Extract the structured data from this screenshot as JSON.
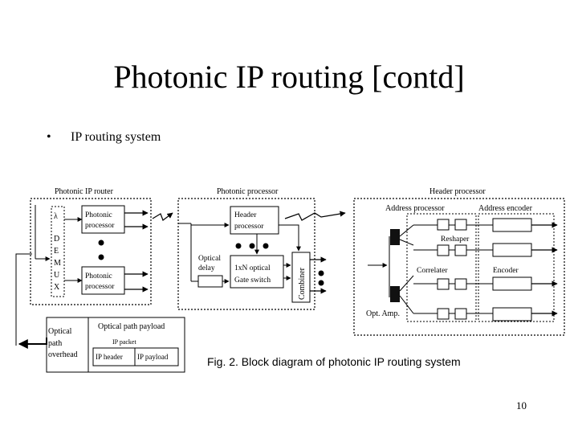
{
  "slide": {
    "title": "Photonic IP routing [contd]",
    "bullet_symbol": "•",
    "bullet_text": "IP routing system",
    "page_number": "10"
  },
  "figure": {
    "router": {
      "title": "Photonic IP router",
      "demux_letters": [
        "λ",
        "D",
        "E",
        "M",
        "U",
        "X"
      ],
      "proc_top": [
        "Photonic",
        "processor"
      ],
      "proc_bottom": [
        "Photonic",
        "processor"
      ]
    },
    "processor": {
      "title": "Photonic processor",
      "header_proc": [
        "Header",
        "processor"
      ],
      "optical_delay": [
        "Optical",
        "delay"
      ],
      "gate_switch": [
        "1xN optical",
        "Gate switch"
      ],
      "combiner": "Combiner"
    },
    "header": {
      "title": "Header processor",
      "address_processor": "Address processor",
      "address_encoder": "Address encoder",
      "reshaper": "Reshaper",
      "correlator": "Correlater",
      "encoder": "Encoder",
      "amp": "Opt. Amp."
    },
    "packet": {
      "overhead": [
        "Optical",
        "path",
        "overhead"
      ],
      "payload_title": "Optical path payload",
      "ip_packet": "IP packet",
      "ip_header": "IP header",
      "ip_payload": "IP payload"
    },
    "caption": "Fig. 2.  Block diagram of photonic IP routing system"
  }
}
